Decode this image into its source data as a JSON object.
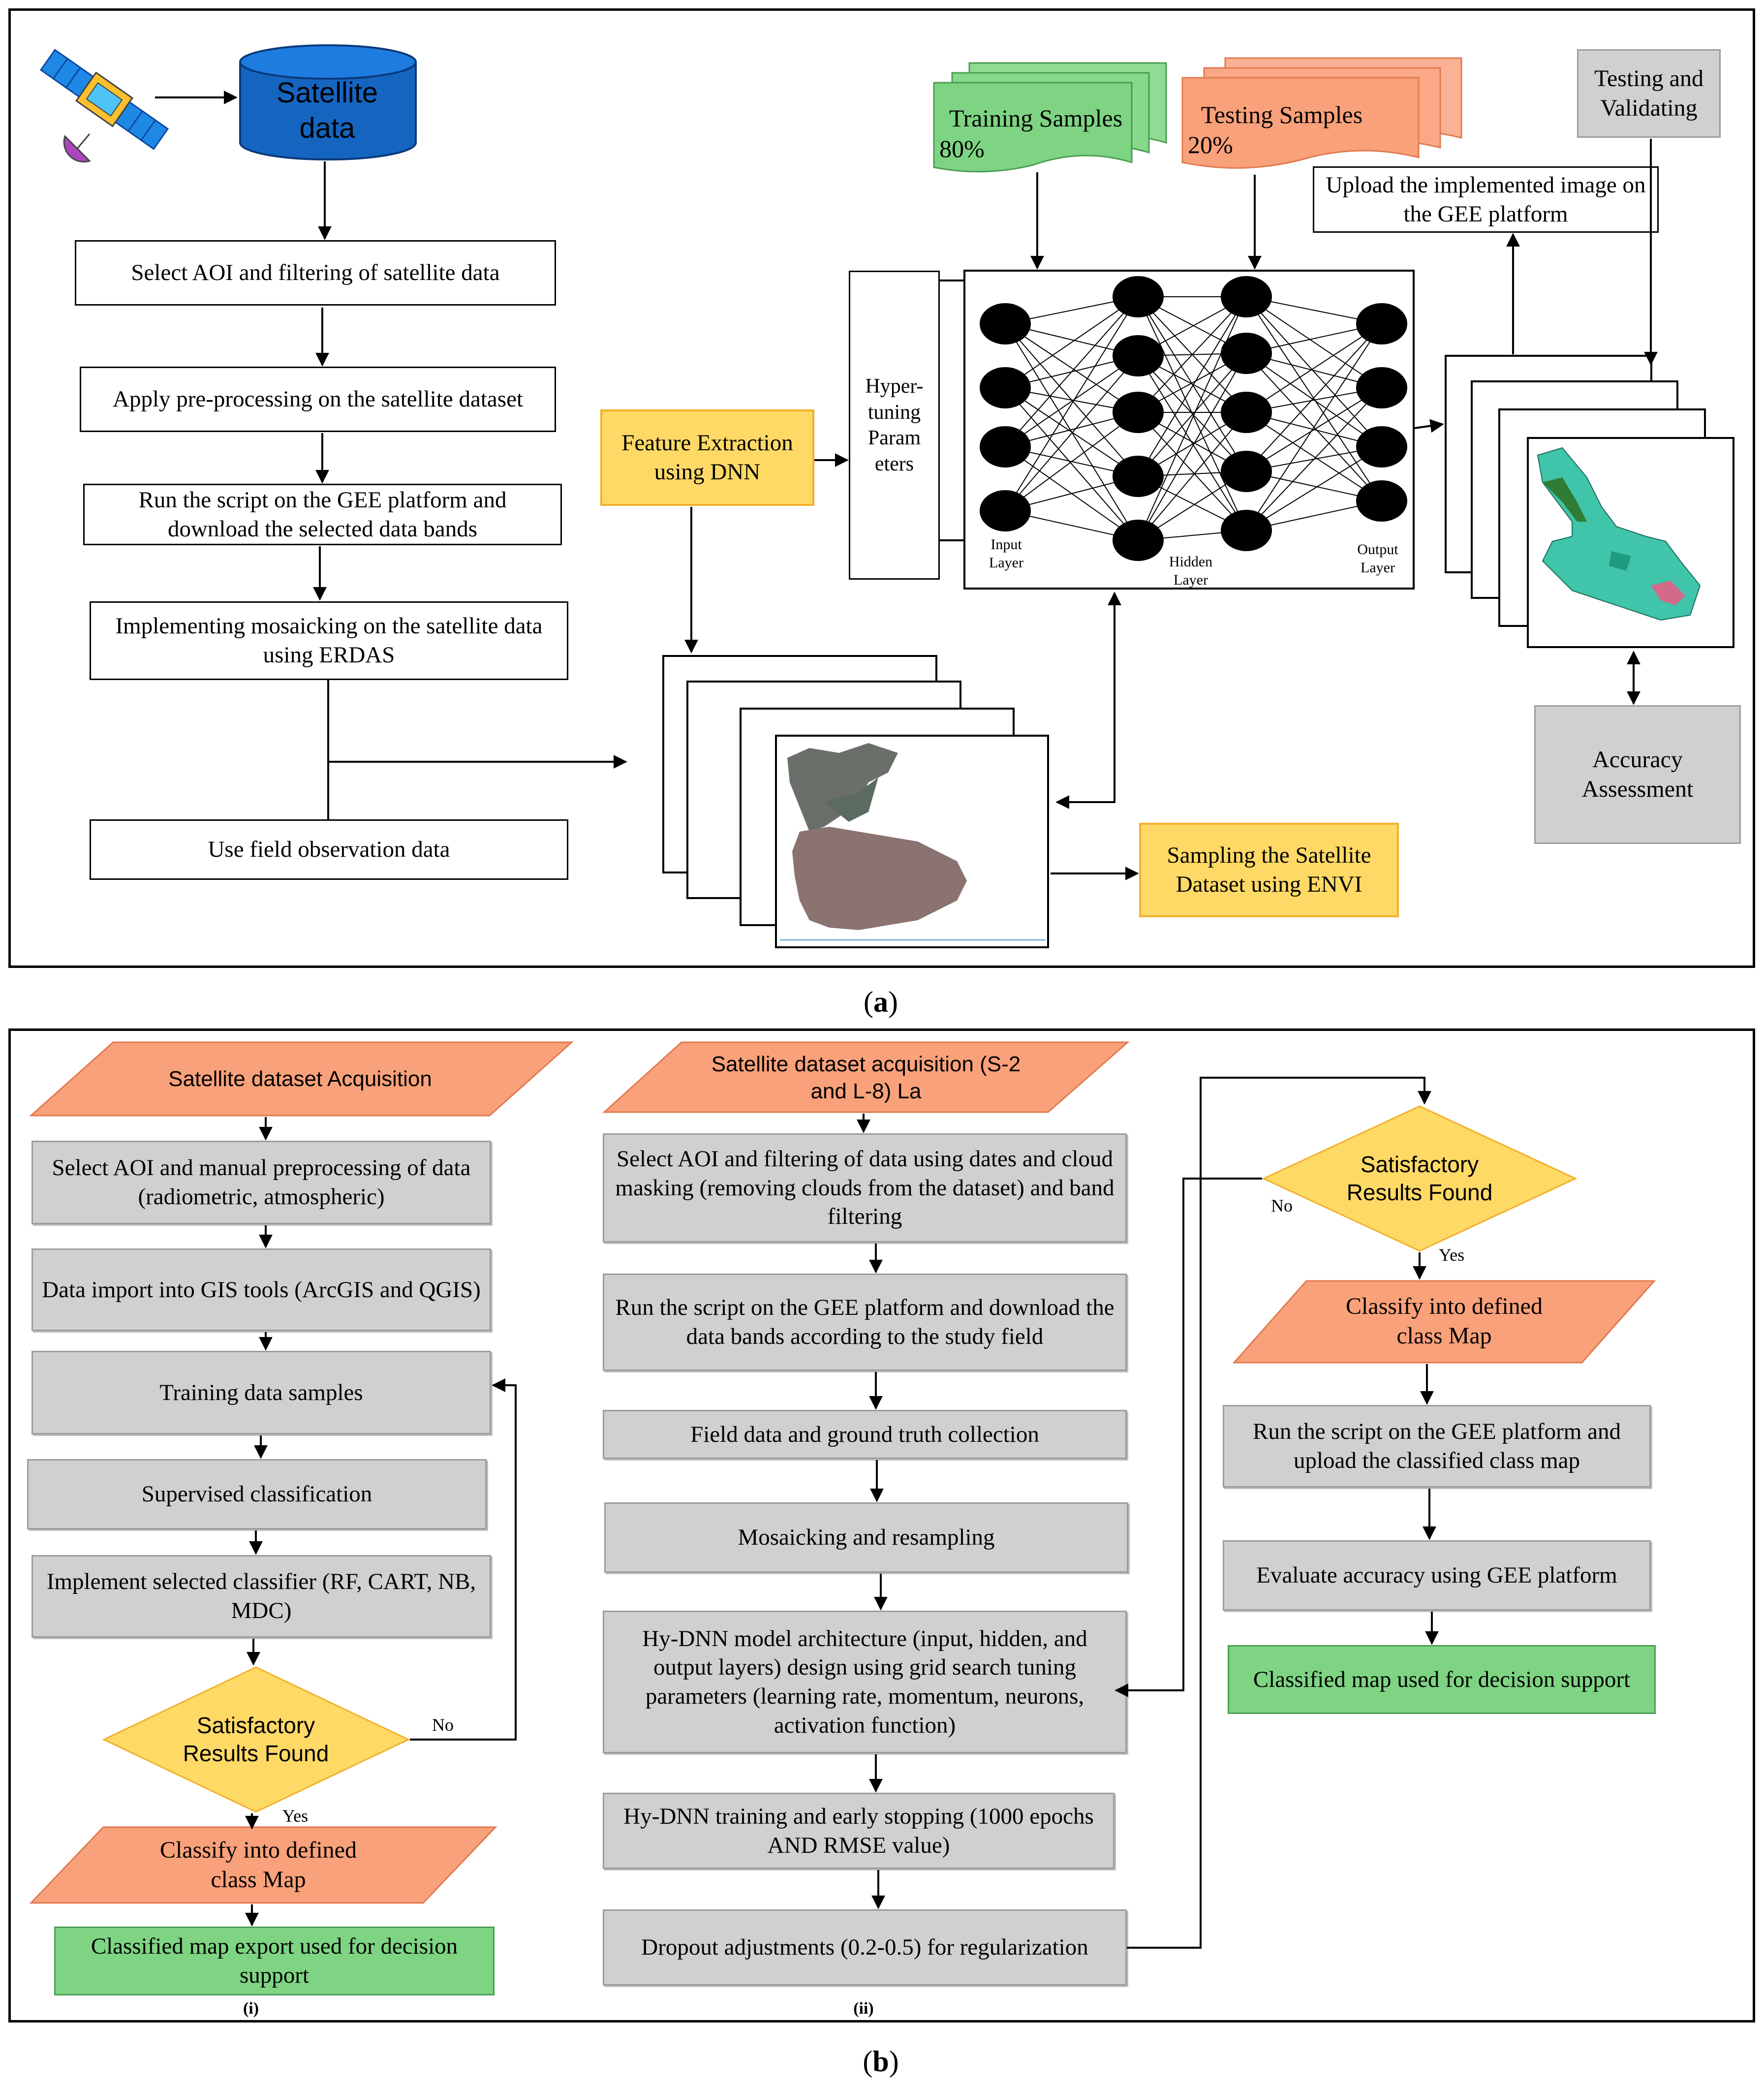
{
  "panel_a": {
    "caption": "a",
    "satellite_db": "Satellite data",
    "steps": [
      "Select AOI and filtering of satellite data",
      "Apply pre-processing on the satellite dataset",
      "Run the script on the GEE platform and download the selected data bands",
      "Implementing mosaicking on the satellite data using ERDAS",
      "Use field observation data"
    ],
    "feature_extraction": "Feature Extraction using DNN",
    "hypertuning": "Hyper-tuning Param eters",
    "training_samples": {
      "label": "Training Samples",
      "pct": "80%"
    },
    "testing_samples": {
      "label": "Testing Samples",
      "pct": "20%"
    },
    "nn_layers": {
      "input": "Input Layer",
      "hidden": "Hidden Layer",
      "output": "Output Layer"
    },
    "testing_validating": "Testing and Validating",
    "upload": "Upload the implemented image on the GEE platform",
    "accuracy": "Accuracy Assessment",
    "sampling": "Sampling the Satellite Dataset using ENVI"
  },
  "panel_b": {
    "caption": "b",
    "col1": {
      "label": "(i)",
      "acquisition": "Satellite dataset Acquisition",
      "steps": [
        "Select AOI and manual preprocessing of data (radiometric, atmospheric)",
        "Data import into GIS tools (ArcGIS and QGIS)",
        "Training data samples",
        "Supervised classification",
        "Implement selected classifier (RF, CART, NB, MDC)"
      ],
      "decision": "Satisfactory Results Found",
      "no": "No",
      "yes": "Yes",
      "classify": "Classify into defined class Map",
      "final": "Classified map export used for decision support"
    },
    "col2": {
      "label": "(ii)",
      "acquisition": "Satellite dataset acquisition (S-2 and L-8) La",
      "steps": [
        "Select AOI and filtering of data using dates and cloud masking (removing clouds from the dataset) and band filtering",
        "Run the script on the GEE platform and download the data bands according to the study field",
        "Field data and ground truth collection",
        "Mosaicking and resampling",
        "Hy-DNN model architecture (input, hidden, and output layers) design using grid search tuning parameters (learning rate, momentum, neurons, activation function)",
        "Hy-DNN training and early stopping (1000 epochs AND RMSE value)",
        "Dropout adjustments (0.2-0.5) for regularization"
      ]
    },
    "col3": {
      "decision": "Satisfactory Results Found",
      "no": "No",
      "yes": "Yes",
      "classify": "Classify into defined class Map",
      "steps": [
        "Run the script on the GEE platform and upload the classified class map",
        "Evaluate accuracy using GEE platform"
      ],
      "final": "Classified map used for decision support"
    }
  },
  "colors": {
    "orange": "#f9a17a",
    "gray": "#d0d0d0",
    "green": "#7ed483",
    "yellow": "#ffd966",
    "blue": "#1565c0"
  }
}
